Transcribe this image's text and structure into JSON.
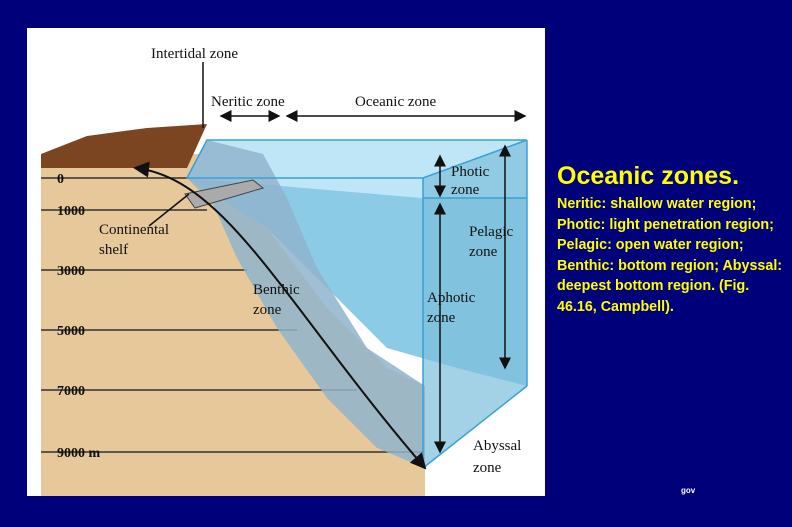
{
  "figure": {
    "labels": {
      "intertidal": "Intertidal zone",
      "neritic": "Neritic zone",
      "oceanic": "Oceanic zone",
      "photic_1": "Photic",
      "photic_2": "zone",
      "pelagic_1": "Pelagic",
      "pelagic_2": "zone",
      "aphotic_1": "Aphotic",
      "aphotic_2": "zone",
      "benthic_1": "Benthic",
      "benthic_2": "zone",
      "abyssal_1": "Abyssal",
      "abyssal_2": "zone",
      "shelf_1": "Continental",
      "shelf_2": "shelf"
    },
    "depth_ticks": [
      "0",
      "1000",
      "3000",
      "5000",
      "7000",
      "9000 m"
    ]
  },
  "caption": {
    "title": "Oceanic zones.",
    "body": "Neritic: shallow water region; Photic: light penetration region; Pelagic: open water region; Benthic: bottom region; Abyssal: deepest bottom region. (Fig. 46.16, Campbell)."
  },
  "footnote": "gov",
  "colors": {
    "background": "#00007a",
    "caption_text": "#ffff00",
    "sediment": "#e6c89a",
    "soil": "#7a4520",
    "photic_water": "#bfe6f6",
    "deep_water": "#8ccbe6",
    "slope": "#8fb4cc",
    "outline": "#3aa0d6"
  }
}
